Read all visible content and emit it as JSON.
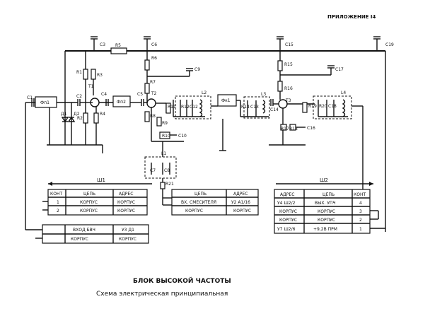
{
  "header": {
    "appendix": "ПРИЛОЖЕНИЕ I4"
  },
  "caption": {
    "title": "БЛОК ВЫСОКОЙ ЧАСТОТЫ",
    "subtitle": "Схема электрическая принципиальная"
  },
  "components": {
    "C1": "C1",
    "C2": "C2",
    "C3": "C3",
    "C4": "C4",
    "C5": "C5",
    "C6": "C6",
    "C7": "C7",
    "C8": "C8",
    "C9": "C9",
    "C10": "C10",
    "C12": "C12",
    "C13": "C13",
    "C14": "C14",
    "C15": "C15",
    "C16": "C16",
    "C17": "C17",
    "C18": "C18",
    "C19": "C19",
    "R1": "R1",
    "R2": "R2",
    "R3": "R3",
    "R4": "R4",
    "R5": "R5",
    "R6": "R6",
    "R7": "R7",
    "R8": "R8",
    "R9": "R9",
    "R10": "R10",
    "R11": "R11",
    "R12": "R12",
    "R14": "R14",
    "R15": "R15",
    "R16": "R16",
    "R17": "R17",
    "R18": "R18",
    "R19": "R19",
    "R20": "R20",
    "R21": "R21",
    "T1": "T1",
    "T2": "T2",
    "T3": "T3",
    "L1": "L1",
    "L2": "L2",
    "L3": "L3",
    "L4": "L4",
    "D1": "Д1",
    "D2": "Д2",
    "Fp1": "Фп1",
    "Fp2": "Фп2",
    "Fk1": "Фк1"
  },
  "connectors": {
    "sh1": {
      "label": "Ш1",
      "headers": [
        "КОНТ",
        "ЦЕПЬ",
        "АДРЕС"
      ],
      "rows": [
        [
          "1",
          "КОРПУС",
          "КОРПУС"
        ],
        [
          "2",
          "КОРПУС",
          "КОРПУС"
        ]
      ]
    },
    "sh2": {
      "label": "Ш2",
      "headers": [
        "АДРЕС",
        "ЦЕПЬ",
        "КОНТ"
      ],
      "rows": [
        [
          "У4 Ш2/2",
          "ВЫХ. УПЧ",
          "4"
        ],
        [
          "КОРПУС",
          "КОРПУС",
          "3"
        ],
        [
          "КОРПУС",
          "КОРПУС",
          "2"
        ],
        [
          "У7 Ш2/6",
          "+9,2В ПРМ",
          "1"
        ]
      ]
    },
    "mixer": {
      "headers": [
        "ЦЕПЬ",
        "АДРЕС"
      ],
      "rows": [
        [
          "ВХ. СМЕСИТЕЛЯ",
          "У2 А1/16"
        ],
        [
          "КОРПУС",
          "КОРПУС"
        ]
      ]
    },
    "input": {
      "rows": [
        [
          "ВХОД БВЧ",
          "У3 Д1"
        ],
        [
          "КОРПУС",
          "КОРПУС"
        ]
      ]
    }
  }
}
